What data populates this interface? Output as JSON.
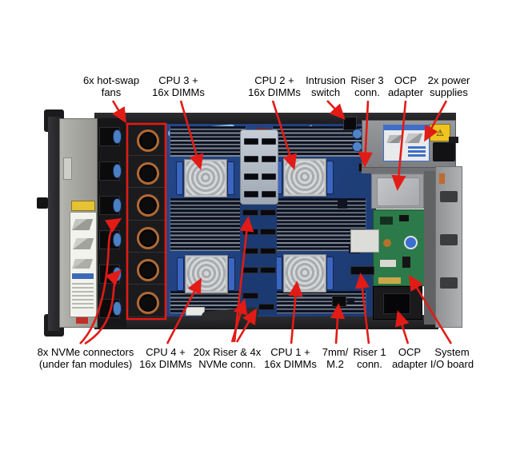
{
  "figure": {
    "type": "annotated-server-top-view-diagram",
    "background": "#ffffff",
    "colors": {
      "arrow_red": "#e21b16",
      "callout_box_red": "#e21b16",
      "motherboard_blue": "#20407c",
      "chassis_gray": "#9a9a96",
      "psu_label_blue": "#3f6fc6",
      "warning_yellow": "#f0c41f",
      "io_board_green": "#2c7a49",
      "fan_ring_orange": "#b06a35"
    },
    "top_labels": [
      {
        "id": "fans",
        "text": "6x hot-swap\nfans"
      },
      {
        "id": "cpu3",
        "text": "CPU 3 +\n16x DIMMs"
      },
      {
        "id": "cpu2",
        "text": "CPU 2 +\n16x DIMMs"
      },
      {
        "id": "intrusion",
        "text": "Intrusion\nswitch"
      },
      {
        "id": "riser3",
        "text": "Riser 3\nconn."
      },
      {
        "id": "ocp_top",
        "text": "OCP\nadapter"
      },
      {
        "id": "psu",
        "text": "2x power\nsupplies"
      }
    ],
    "bottom_labels": [
      {
        "id": "nvme",
        "text": "8x NVMe connectors\n(under fan modules)"
      },
      {
        "id": "cpu4",
        "text": "CPU 4 +\n16x DIMMs"
      },
      {
        "id": "riser_nvme",
        "text": "20x Riser & 4x\nNVMe conn."
      },
      {
        "id": "cpu1",
        "text": "CPU 1 +\n16x DIMMs"
      },
      {
        "id": "m2",
        "text": "7mm/\nM.2"
      },
      {
        "id": "riser1",
        "text": "Riser 1\nconn."
      },
      {
        "id": "ocp_bottom",
        "text": "OCP\nadapter"
      },
      {
        "id": "sysio",
        "text": "System\nI/O board"
      }
    ]
  }
}
